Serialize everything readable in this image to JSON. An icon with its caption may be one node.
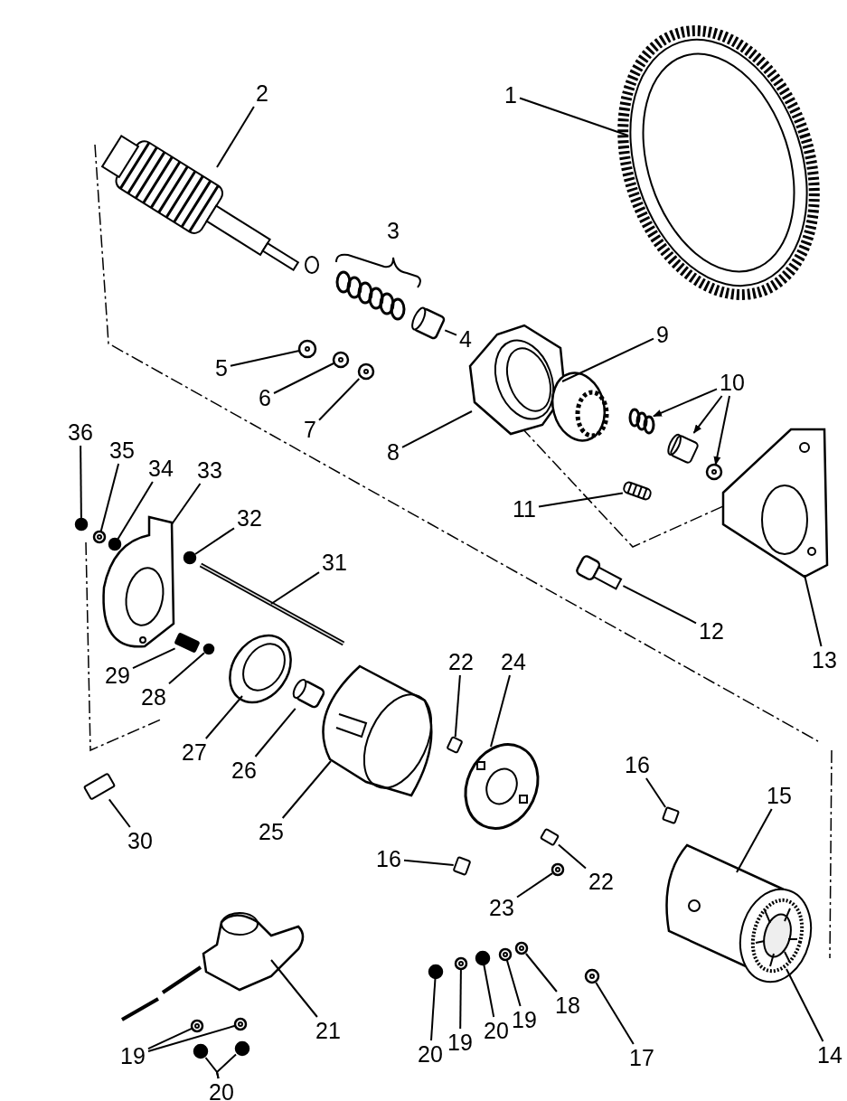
{
  "diagram": {
    "nodes": [
      {
        "text": [
          "1"
        ]
      },
      {
        "text": [
          "2"
        ]
      },
      {
        "text": [
          "4"
        ]
      },
      {
        "text": [
          "5"
        ]
      },
      {
        "text": [
          "6"
        ]
      },
      {
        "text": [
          "7"
        ]
      },
      {
        "text": [
          "8"
        ]
      },
      {
        "text": [
          "9"
        ]
      },
      {
        "text": [
          "10"
        ]
      },
      {
        "text": [
          "11"
        ]
      },
      {
        "text": [
          "12"
        ]
      },
      {
        "text": [
          "13"
        ]
      },
      {
        "text": [
          "36"
        ]
      },
      {
        "text": [
          "35"
        ]
      },
      {
        "text": [
          "34"
        ]
      },
      {
        "text": [
          "33"
        ]
      },
      {
        "text": [
          "32"
        ]
      },
      {
        "text": [
          "31"
        ]
      },
      {
        "text": [
          "29"
        ]
      },
      {
        "text": [
          "28"
        ]
      },
      {
        "text": [
          "27"
        ]
      },
      {
        "text": [
          "26"
        ]
      },
      {
        "text": [
          "25"
        ]
      },
      {
        "text": [
          "30"
        ]
      },
      {
        "text": [
          "22"
        ]
      },
      {
        "text": [
          "24"
        ]
      },
      {
        "text": [
          "16"
        ]
      },
      {
        "text": [
          "23"
        ]
      },
      {
        "text": [
          "22"
        ]
      },
      {
        "text": [
          "16"
        ]
      },
      {
        "text": [
          "15"
        ]
      },
      {
        "text": [
          "14"
        ]
      },
      {
        "text": [
          "18"
        ]
      },
      {
        "text": [
          "17"
        ]
      },
      {
        "text": [
          "19"
        ]
      },
      {
        "text": [
          "20"
        ]
      },
      {
        "text": [
          "19"
        ]
      },
      {
        "text": [
          "20"
        ]
      },
      {
        "text": [
          "21"
        ]
      },
      {
        "text": [
          "19"
        ]
      },
      {
        "text": [
          "20"
        ]
      },
      {
        "text": [],
        "shape": "picture"
      },
      {
        "text": [],
        "shape": "picture"
      },
      {
        "text": [],
        "shape": "picture"
      },
      {
        "text": [],
        "shape": "circle"
      },
      {
        "text": [],
        "shape": "circle"
      },
      {
        "text": [],
        "shape": "circle"
      },
      {
        "text": [],
        "shape": "picture"
      },
      {
        "text": [],
        "shape": "picture"
      },
      {
        "text": [],
        "shape": "picture"
      },
      {
        "text": [],
        "shape": "picture"
      },
      {
        "text": [],
        "shape": "circle"
      },
      {
        "text": [],
        "shape": "picture"
      },
      {
        "text": [],
        "shape": "picture"
      },
      {
        "text": [],
        "shape": "picture"
      },
      {
        "text": [],
        "shape": "circle"
      },
      {
        "text": [],
        "shape": "circle"
      },
      {
        "text": [],
        "shape": "circle"
      },
      {
        "text": [],
        "shape": "picture"
      },
      {
        "text": [],
        "shape": "circle"
      },
      {
        "text": [],
        "shape": "picture"
      },
      {
        "text": [],
        "shape": "box"
      },
      {
        "text": [],
        "shape": "circle"
      },
      {
        "text": [],
        "shape": "picture"
      },
      {
        "text": [],
        "shape": "picture"
      },
      {
        "text": [],
        "shape": "picture"
      },
      {
        "text": [],
        "shape": "box"
      },
      {
        "text": [],
        "shape": "box"
      },
      {
        "text": [],
        "shape": "picture"
      },
      {
        "text": [],
        "shape": "box"
      },
      {
        "text": [],
        "shape": "circle"
      },
      {
        "text": [],
        "shape": "box"
      },
      {
        "text": [],
        "shape": "box"
      },
      {
        "text": [],
        "shape": "picture"
      },
      {
        "text": [],
        "shape": "picture",
        "in": 73
      },
      {
        "text": [],
        "shape": "circle"
      },
      {
        "text": [],
        "shape": "circle"
      },
      {
        "text": [],
        "shape": "circle"
      },
      {
        "text": [],
        "shape": "circle"
      },
      {
        "text": [],
        "shape": "circle"
      },
      {
        "text": [],
        "shape": "circle"
      },
      {
        "text": [],
        "shape": "picture"
      },
      {
        "text": [],
        "shape": "circle"
      },
      {
        "text": [],
        "shape": "circle"
      },
      {
        "text": [],
        "shape": "circle"
      },
      {
        "text": [],
        "shape": "circle"
      }
    ],
    "edges": [
      {
        "from": 0,
        "to": 41,
        "arrow": "none"
      },
      {
        "from": 1,
        "to": 42,
        "arrow": "none"
      },
      {
        "from": 2,
        "to": 43,
        "arrow": "none"
      },
      {
        "from": 3,
        "to": 44,
        "arrow": "none"
      },
      {
        "from": 4,
        "to": 45,
        "arrow": "none"
      },
      {
        "from": 5,
        "to": 46,
        "arrow": "none"
      },
      {
        "from": 6,
        "to": 47,
        "arrow": "none"
      },
      {
        "from": 7,
        "to": 48,
        "arrow": "none"
      },
      {
        "from": 8,
        "to": 49,
        "arrow": "to"
      },
      {
        "from": 8,
        "to": 50,
        "arrow": "to"
      },
      {
        "from": 8,
        "to": 51,
        "arrow": "to"
      },
      {
        "from": 9,
        "to": 52,
        "arrow": "none"
      },
      {
        "from": 10,
        "to": 53,
        "arrow": "none"
      },
      {
        "from": 11,
        "to": 54,
        "arrow": "none"
      },
      {
        "from": 12,
        "to": 55,
        "arrow": "none"
      },
      {
        "from": 13,
        "to": 56,
        "arrow": "none"
      },
      {
        "from": 14,
        "to": 57,
        "arrow": "none"
      },
      {
        "from": 15,
        "to": 58,
        "arrow": "none"
      },
      {
        "from": 16,
        "to": 59,
        "arrow": "none"
      },
      {
        "from": 17,
        "to": 60,
        "arrow": "none"
      },
      {
        "from": 18,
        "to": 61,
        "arrow": "none"
      },
      {
        "from": 19,
        "to": 62,
        "arrow": "none"
      },
      {
        "from": 20,
        "to": 63,
        "arrow": "none"
      },
      {
        "from": 21,
        "to": 64,
        "arrow": "none"
      },
      {
        "from": 22,
        "to": 65,
        "arrow": "none"
      },
      {
        "from": 23,
        "to": 66,
        "arrow": "none"
      },
      {
        "from": 24,
        "to": 67,
        "arrow": "none"
      },
      {
        "from": 25,
        "to": 68,
        "arrow": "none"
      },
      {
        "from": 26,
        "to": 69,
        "arrow": "none"
      },
      {
        "from": 27,
        "to": 70,
        "arrow": "none"
      },
      {
        "from": 28,
        "to": 71,
        "arrow": "none"
      },
      {
        "from": 29,
        "to": 72,
        "arrow": "none"
      },
      {
        "from": 30,
        "to": 73,
        "arrow": "none"
      },
      {
        "from": 31,
        "to": 74,
        "arrow": "none"
      },
      {
        "from": 32,
        "to": 75,
        "arrow": "none"
      },
      {
        "from": 33,
        "to": 76,
        "arrow": "none"
      },
      {
        "from": 34,
        "to": 77,
        "arrow": "none"
      },
      {
        "from": 35,
        "to": 78,
        "arrow": "none"
      },
      {
        "from": 36,
        "to": 79,
        "arrow": "none"
      },
      {
        "from": 37,
        "to": 80,
        "arrow": "none"
      },
      {
        "from": 38,
        "to": 81,
        "arrow": "none"
      },
      {
        "from": 39,
        "to": 82,
        "arrow": "none"
      },
      {
        "from": 39,
        "to": 83,
        "arrow": "none"
      },
      {
        "from": 40,
        "to": 84,
        "arrow": "none"
      },
      {
        "from": 40,
        "to": 85,
        "arrow": "none"
      }
    ],
    "labels": [
      "3"
    ]
  }
}
